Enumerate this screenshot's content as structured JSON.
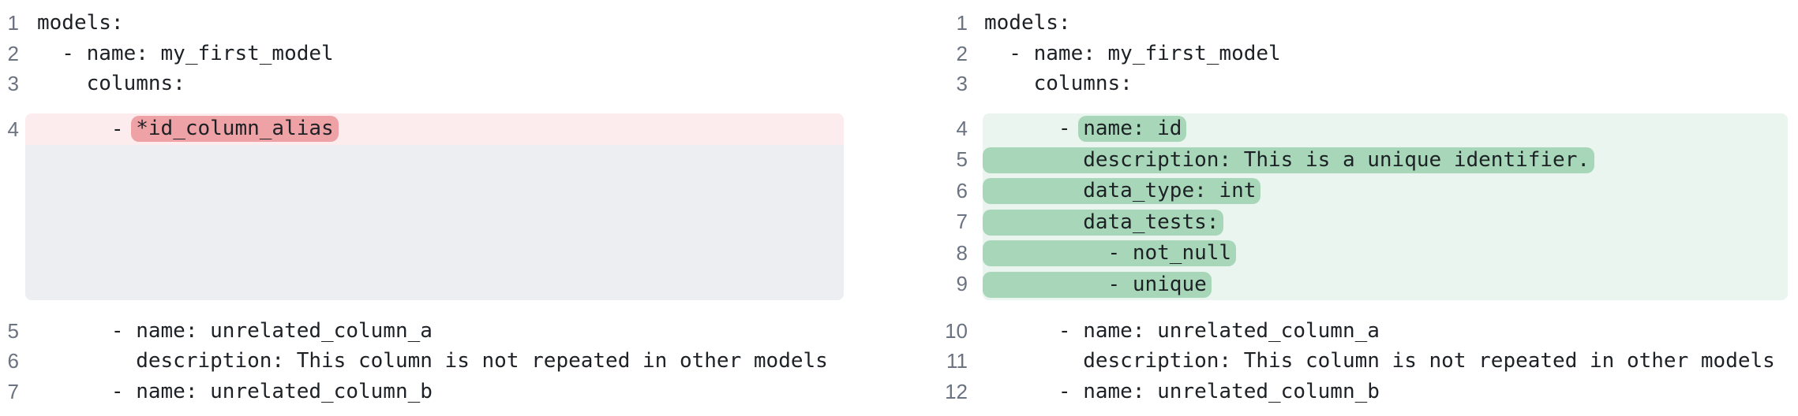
{
  "colors": {
    "text": "#1d2125",
    "line_number": "#6b7280",
    "removed_line_bg": "#fdeced",
    "removed_token_bg": "#efa2a5",
    "added_line_bg": "#eaf5ef",
    "added_token_bg": "#a7d7b8",
    "placeholder_bg": "#eceef1",
    "background": "#ffffff"
  },
  "diff": {
    "language": "yaml",
    "left_panel": {
      "side": "before",
      "lines": [
        {
          "num": "1",
          "kind": "context",
          "text": "models:"
        },
        {
          "num": "2",
          "kind": "context",
          "text": "  - name: my_first_model"
        },
        {
          "num": "3",
          "kind": "context",
          "text": "    columns:"
        },
        {
          "num": "4",
          "kind": "removed",
          "prefix": "      - ",
          "token": "*id_column_alias"
        },
        {
          "num": "",
          "kind": "spacer",
          "text": ""
        },
        {
          "num": "5",
          "kind": "context",
          "text": "      - name: unrelated_column_a"
        },
        {
          "num": "6",
          "kind": "context",
          "text": "        description: This column is not repeated in other models"
        },
        {
          "num": "7",
          "kind": "context",
          "text": "      - name: unrelated_column_b"
        }
      ]
    },
    "right_panel": {
      "side": "after",
      "lines": [
        {
          "num": "1",
          "kind": "context",
          "text": "models:"
        },
        {
          "num": "2",
          "kind": "context",
          "text": "  - name: my_first_model"
        },
        {
          "num": "3",
          "kind": "context",
          "text": "    columns:"
        },
        {
          "num": "4",
          "kind": "added",
          "prefix": "      - ",
          "token": "name: id"
        },
        {
          "num": "5",
          "kind": "added-full",
          "token": "        description: This is a unique identifier."
        },
        {
          "num": "6",
          "kind": "added-full",
          "token": "        data_type: int"
        },
        {
          "num": "7",
          "kind": "added-full",
          "token": "        data_tests:"
        },
        {
          "num": "8",
          "kind": "added-full",
          "token": "          - not_null"
        },
        {
          "num": "9",
          "kind": "added-full",
          "token": "          - unique"
        },
        {
          "num": "10",
          "kind": "context",
          "text": "      - name: unrelated_column_a"
        },
        {
          "num": "11",
          "kind": "context",
          "text": "        description: This column is not repeated in other models"
        },
        {
          "num": "12",
          "kind": "context",
          "text": "      - name: unrelated_column_b"
        }
      ]
    }
  }
}
